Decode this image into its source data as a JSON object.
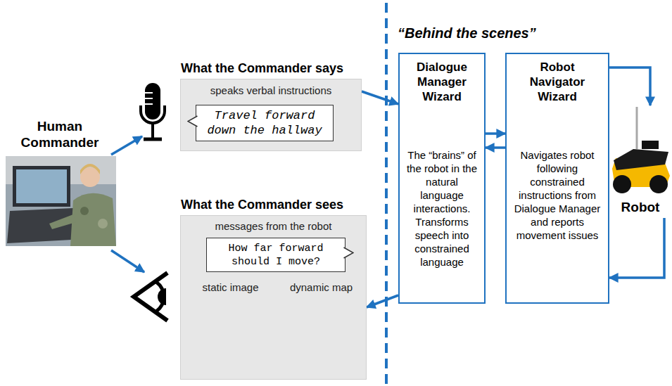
{
  "diagram": {
    "nodes": [
      {
        "text": [
          "Human Commander"
        ]
      },
      {
        "text": [
          "What the Commander says",
          "speaks verbal instructions"
        ]
      },
      {
        "text": [
          "Travel forward down the hallway"
        ],
        "in": 1
      },
      {
        "text": [
          "What the Commander sees",
          "messages from the robot"
        ]
      },
      {
        "text": [
          "How far forward should I move?"
        ],
        "in": 3
      },
      {
        "text": [
          "static image"
        ],
        "in": 3
      },
      {
        "text": [
          "dynamic map"
        ],
        "in": 3
      },
      {
        "text": [
          "Dialogue Manager Wizard",
          "The “brains” of the robot in the natural language interactions. Transforms speech into constrained language"
        ]
      },
      {
        "text": [
          "Robot Navigator Wizard",
          "Navigates robot following constrained instructions from Dialogue Manager and reports movement issues"
        ]
      },
      {
        "text": [
          "Robot"
        ]
      }
    ],
    "edges": [
      {
        "from": 1,
        "to": 7,
        "arrow": "to"
      },
      {
        "from": 7,
        "to": 8,
        "arrow": "to"
      },
      {
        "from": 8,
        "to": 7,
        "arrow": "to"
      },
      {
        "from": 8,
        "to": 9,
        "arrow": "to"
      },
      {
        "from": 9,
        "to": 8,
        "arrow": "to"
      },
      {
        "from": 7,
        "to": 3,
        "arrow": "to"
      }
    ],
    "labels": [
      "“Behind the scenes”"
    ]
  }
}
